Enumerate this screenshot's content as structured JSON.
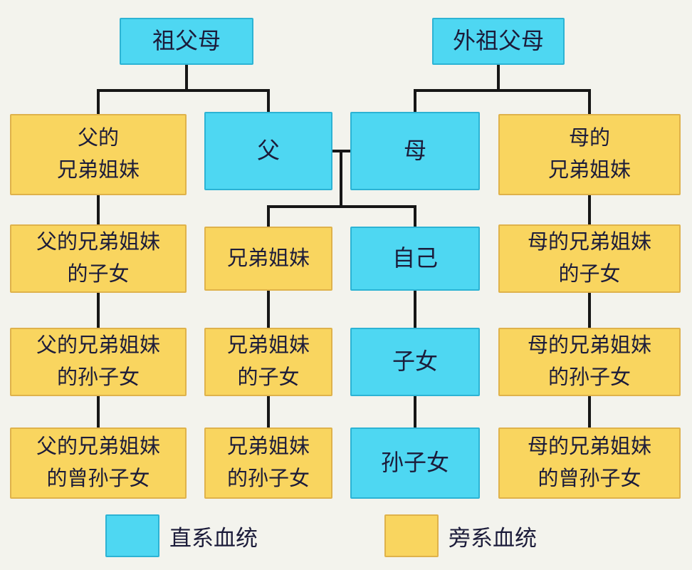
{
  "colors": {
    "direct": "#4ed7f2",
    "collateral": "#f9d55f",
    "line": "#161616",
    "background": "#f3f3ed",
    "text": "#1c1c3a"
  },
  "nodes": {
    "paternal_grandparents": "祖父母",
    "maternal_grandparents": "外祖父母",
    "father_siblings": "父的\n兄弟姐妹",
    "father": "父",
    "mother": "母",
    "mother_siblings": "母的\n兄弟姐妹",
    "father_siblings_children": "父的兄弟姐妹\n的子女",
    "siblings": "兄弟姐妹",
    "self": "自己",
    "mother_siblings_children": "母的兄弟姐妹\n的子女",
    "father_siblings_grandchildren": "父的兄弟姐妹\n的孙子女",
    "siblings_children": "兄弟姐妹\n的子女",
    "children": "子女",
    "mother_siblings_grandchildren": "母的兄弟姐妹\n的孙子女",
    "father_siblings_great_grandchildren": "父的兄弟姐妹\n的曾孙子女",
    "siblings_grandchildren": "兄弟姐妹\n的孙子女",
    "grandchildren": "孙子女",
    "mother_siblings_great_grandchildren": "母的兄弟姐妹\n的曾孙子女"
  },
  "legend": {
    "direct_label": "直系血统",
    "collateral_label": "旁系血统"
  }
}
